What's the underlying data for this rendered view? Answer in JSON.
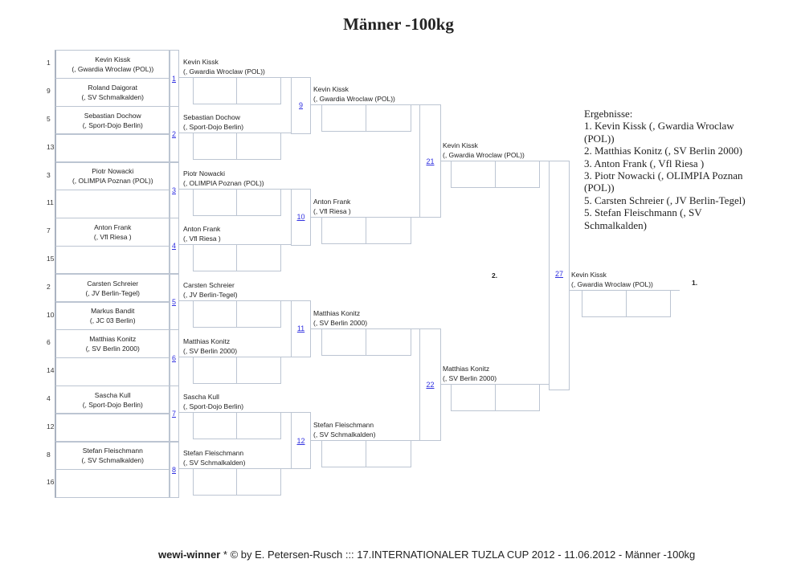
{
  "title": "Männer -100kg",
  "first_round": [
    {
      "match": "1",
      "slots": [
        {
          "seed": "1",
          "name": "Kevin Kissk",
          "club": "(, Gwardia Wroclaw (POL))"
        },
        {
          "seed": "9",
          "name": "Roland Daigorat",
          "club": "(, SV Schmalkalden)"
        }
      ]
    },
    {
      "match": "2",
      "slots": [
        {
          "seed": "5",
          "name": "Sebastian Dochow",
          "club": "(, Sport-Dojo Berlin)"
        },
        {
          "seed": "13",
          "name": "",
          "club": ""
        }
      ]
    },
    {
      "match": "3",
      "slots": [
        {
          "seed": "3",
          "name": "Piotr Nowacki",
          "club": "(, OLIMPIA Poznan (POL))"
        },
        {
          "seed": "11",
          "name": "",
          "club": ""
        }
      ]
    },
    {
      "match": "4",
      "slots": [
        {
          "seed": "7",
          "name": "Anton Frank",
          "club": "(, Vfl Riesa )"
        },
        {
          "seed": "15",
          "name": "",
          "club": ""
        }
      ]
    },
    {
      "match": "5",
      "slots": [
        {
          "seed": "2",
          "name": "Carsten Schreier",
          "club": "(, JV Berlin-Tegel)"
        },
        {
          "seed": "10",
          "name": "Markus Bandit",
          "club": "(, JC 03 Berlin)"
        }
      ]
    },
    {
      "match": "6",
      "slots": [
        {
          "seed": "6",
          "name": "Matthias Konitz",
          "club": "(, SV Berlin 2000)"
        },
        {
          "seed": "14",
          "name": "",
          "club": ""
        }
      ]
    },
    {
      "match": "7",
      "slots": [
        {
          "seed": "4",
          "name": "Sascha Kull",
          "club": "(, Sport-Dojo Berlin)"
        },
        {
          "seed": "12",
          "name": "",
          "club": ""
        }
      ]
    },
    {
      "match": "8",
      "slots": [
        {
          "seed": "8",
          "name": "Stefan Fleischmann",
          "club": "(, SV Schmalkalden)"
        },
        {
          "seed": "16",
          "name": "",
          "club": ""
        }
      ]
    }
  ],
  "second_round": [
    {
      "match": "9",
      "entrants": [
        {
          "name": "Kevin Kissk",
          "club": "(, Gwardia Wroclaw (POL))"
        },
        {
          "name": "Sebastian Dochow",
          "club": "(, Sport-Dojo Berlin)"
        }
      ]
    },
    {
      "match": "10",
      "entrants": [
        {
          "name": "Piotr Nowacki",
          "club": "(, OLIMPIA Poznan (POL))"
        },
        {
          "name": "Anton Frank",
          "club": "(, Vfl Riesa )"
        }
      ]
    },
    {
      "match": "11",
      "entrants": [
        {
          "name": "Carsten Schreier",
          "club": "(, JV Berlin-Tegel)"
        },
        {
          "name": "Matthias Konitz",
          "club": "(, SV Berlin 2000)"
        }
      ]
    },
    {
      "match": "12",
      "entrants": [
        {
          "name": "Sascha Kull",
          "club": "(, Sport-Dojo Berlin)"
        },
        {
          "name": "Stefan Fleischmann",
          "club": "(, SV Schmalkalden)"
        }
      ]
    }
  ],
  "semifinals": [
    {
      "match": "21",
      "entrants": [
        {
          "name": "Kevin Kissk",
          "club": "(, Gwardia Wroclaw (POL))"
        },
        {
          "name": "Anton Frank",
          "club": "(, Vfl Riesa )"
        }
      ]
    },
    {
      "match": "22",
      "entrants": [
        {
          "name": "Matthias Konitz",
          "club": "(, SV Berlin 2000)"
        },
        {
          "name": "Stefan Fleischmann",
          "club": "(, SV Schmalkalden)"
        }
      ]
    }
  ],
  "final": {
    "match": "27",
    "entrants": [
      {
        "name": "Kevin Kissk",
        "club": "(, Gwardia Wroclaw (POL))"
      },
      {
        "name": "Matthias Konitz",
        "club": "(, SV Berlin 2000)"
      }
    ],
    "winner": {
      "name": "Kevin Kissk",
      "club": "(, Gwardia Wroclaw (POL))"
    },
    "place1": "1.",
    "place2": "2."
  },
  "results": {
    "heading": "Ergebnisse:",
    "lines": [
      "1.  Kevin Kissk (, Gwardia Wroclaw (POL))",
      "2.  Matthias Konitz (, SV Berlin 2000)",
      "3.  Anton Frank (, Vfl Riesa )",
      "3.  Piotr Nowacki (, OLIMPIA Poznan (POL))",
      "5.  Carsten Schreier (, JV Berlin-Tegel)",
      "5.  Stefan Fleischmann (, SV Schmalkalden)"
    ]
  },
  "footer": {
    "brand": "wewi-winner",
    "text": " * © by E. Petersen-Rusch ::: 17.INTERNATIONALER TUZLA CUP 2012 - 11.06.2012 - Männer -100kg"
  }
}
